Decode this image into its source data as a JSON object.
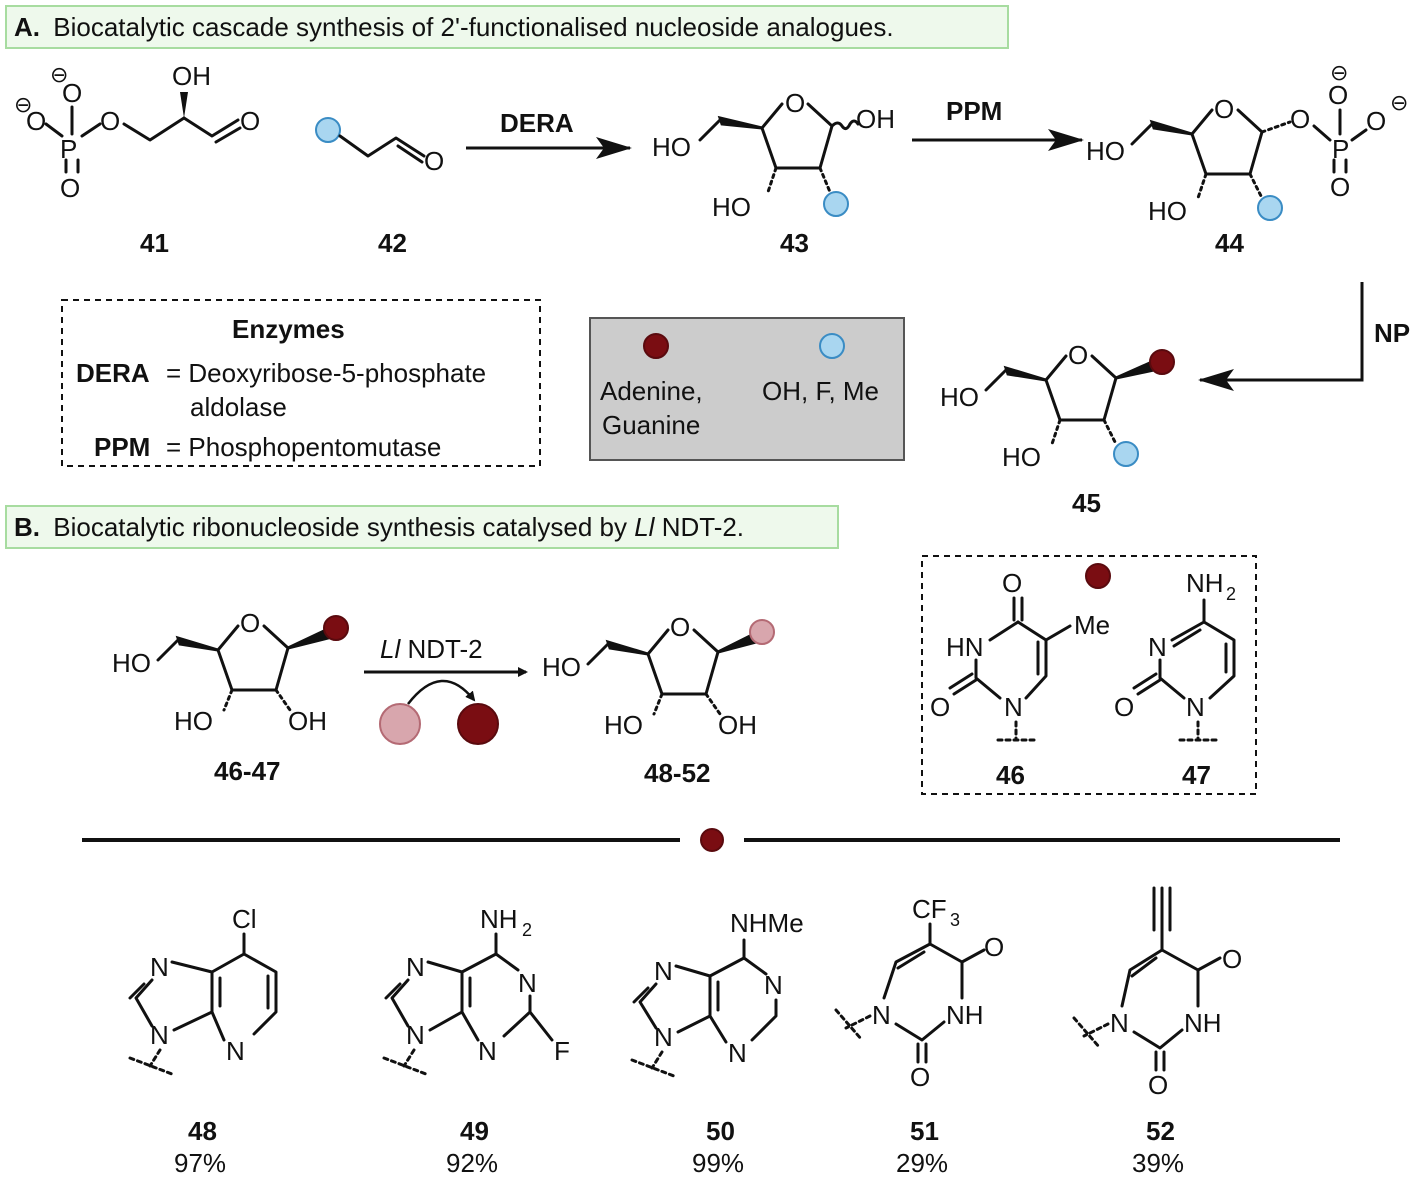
{
  "section_a": {
    "letter": "A.",
    "title": "Biocatalytic cascade synthesis of 2'-functionalised nucleoside analogues.",
    "compounds": {
      "c41": "41",
      "c42": "42",
      "c43": "43",
      "c44": "44",
      "c45": "45"
    },
    "arrows": {
      "dera": "DERA",
      "ppm": "PPM",
      "np": "NP"
    },
    "atoms": {
      "o": "O",
      "oh": "OH",
      "ho": "HO",
      "p": "P",
      "minus": "⊖"
    },
    "enzymes_box": {
      "heading": "Enzymes",
      "dera_abbr": "DERA",
      "dera_def_1": "= Deoxyribose-5-phosphate",
      "dera_def_2": "aldolase",
      "ppm_abbr": "PPM",
      "ppm_def": "= Phosphopentomutase"
    },
    "legend_box": {
      "red_label_1": "Adenine,",
      "red_label_2": "Guanine",
      "blue_label": "OH, F, Me"
    }
  },
  "section_b": {
    "letter": "B.",
    "title_pre": "Biocatalytic ribonucleoside synthesis catalysed by ",
    "title_italic": "Ll",
    "title_post": "NDT-2.",
    "enzyme_italic": "Ll",
    "enzyme_rest": "NDT-2",
    "substrates_label": "46-47",
    "products_label": "48-52",
    "base_box": {
      "c46": "46",
      "c47": "47",
      "o": "O",
      "me": "Me",
      "hn": "HN",
      "n": "N",
      "nh2": "NH",
      "sub2": "2"
    },
    "products": [
      {
        "id": "48",
        "yield": "97%",
        "sub": "Cl"
      },
      {
        "id": "49",
        "yield": "92%",
        "sub": "NH",
        "sub_index": "2",
        "f": "F"
      },
      {
        "id": "50",
        "yield": "99%",
        "sub": "NHMe"
      },
      {
        "id": "51",
        "yield": "29%",
        "sub": "CF",
        "sub_index": "3",
        "nh": "NH"
      },
      {
        "id": "52",
        "yield": "39%",
        "nh": "NH"
      }
    ]
  },
  "colors": {
    "base_red": "#7a0d12",
    "base_pink": "#d8a6ad",
    "substituent_blue": "#a9d6f0",
    "title_box_bg": "#eef9ec",
    "title_box_border": "#a7dca0",
    "legend_bg": "#cccccc"
  }
}
